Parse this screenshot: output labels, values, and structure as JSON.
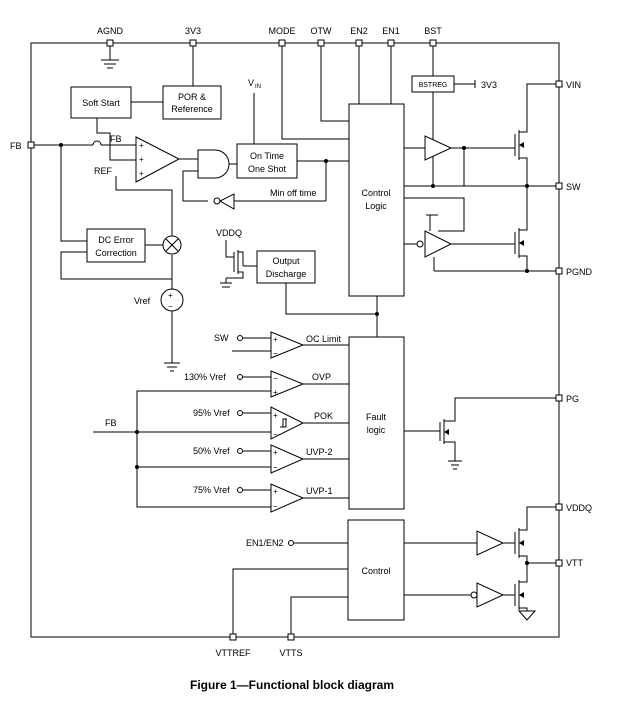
{
  "pins": {
    "agnd": "AGND",
    "v3v3": "3V3",
    "mode": "MODE",
    "otw": "OTW",
    "en2": "EN2",
    "en1": "EN1",
    "bst": "BST",
    "fb": "FB",
    "vin": "VIN",
    "sw": "SW",
    "pgnd": "PGND",
    "pg": "PG",
    "vddq": "VDDQ",
    "vtt": "VTT",
    "vttref": "VTTREF",
    "vtts": "VTTS"
  },
  "blocks": {
    "soft_start": "Soft Start",
    "por_line1": "POR &",
    "por_line2": "Reference",
    "on_time_line1": "On Time",
    "on_time_line2": "One Shot",
    "min_off_time": "Min off time",
    "control_logic_line1": "Control",
    "control_logic_line2": "Logic",
    "dc_error_line1": "DC Error",
    "dc_error_line2": "Correction",
    "output_discharge_line1": "Output",
    "output_discharge_line2": "Discharge",
    "bstreg": "BSTREG",
    "fault_logic_line1": "Fault",
    "fault_logic_line2": "logic",
    "control": "Control"
  },
  "labels": {
    "fb_inner": "FB",
    "ref": "REF",
    "vin_top": "V",
    "vin_sub": "IN",
    "vddq_in": "VDDQ",
    "bst_3v3": "3V3",
    "vref": "Vref",
    "sw_in": "SW",
    "oc_limit": "OC Limit",
    "vref_130": "130% Vref",
    "ovp": "OVP",
    "fb_fault": "FB",
    "vref_95": "95% Vref",
    "pok": "POK",
    "vref_50": "50% Vref",
    "uvp2": "UVP-2",
    "vref_75": "75% Vref",
    "uvp1": "UVP-1",
    "en1_en2": "EN1/EN2",
    "plus": "+",
    "minus": "−"
  },
  "caption": "Figure 1—Functional block diagram"
}
